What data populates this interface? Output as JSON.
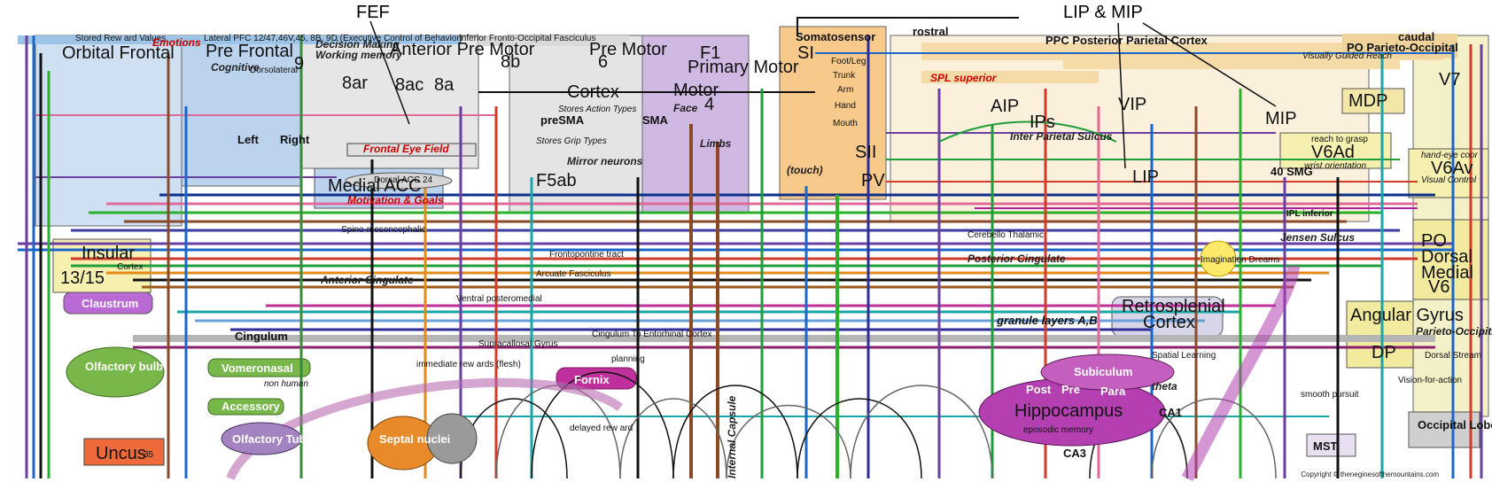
{
  "callouts": {
    "fef": "FEF",
    "lip_mip": "LIP & MIP"
  },
  "header": {
    "stored_reward": "Stored Rew ard Values",
    "lateral_pfc": "Lateral PFC 12/47,46V,45, 8B, 9D (Executive Control of Behavior)",
    "fronto_occipital": "Inferior Fronto-Occipital Fasciculus",
    "rostral": "rostral",
    "caudal": "caudal",
    "ppc": "PPC Posterior Parietal Cortex",
    "po": "PO Parieto-Occipital"
  },
  "regions": {
    "orbital_frontal": "Orbital Frontal",
    "emotions": "Emotions",
    "pre_frontal": "Pre Frontal",
    "pre_frontal_num": "9",
    "cognitive": "Cognitive",
    "dorsolateral": "Dorsolateral",
    "decision_making": "Decision Making",
    "working_memory": "Working memory",
    "anterior_pre_motor": "Anterior Pre Motor",
    "eighta": "8a",
    "eightb": "8b",
    "eightac": "8ac",
    "eightar": "8ar",
    "pre_motor": "Pre Motor",
    "pre_motor_num": "6",
    "cortex": "Cortex",
    "stores_action_types": "Stores Action Types",
    "pre_sma": "preSMA",
    "sma": "SMA",
    "stores_grip_types": "Stores Grip Types",
    "mirror_neurons": "Mirror neurons",
    "f5ab": "F5ab",
    "primary_motor": "Primary Motor",
    "f1": "F1",
    "four": "4",
    "face": "Face",
    "limbs": "Limbs",
    "somatosensor": "Somatosensor",
    "si": "SI",
    "foot_leg": "Foot/Leg",
    "trunk": "Trunk",
    "arm": "Arm",
    "hand": "Hand",
    "mouth": "Mouth",
    "touch": "(touch)",
    "sii": "SII",
    "pv": "PV",
    "spl_superior": "SPL superior",
    "aip": "AIP",
    "vip": "VIP",
    "ips": "IPs",
    "inter_parietal_sulcus": "Inter Parietal Sulcus",
    "lip": "LIP",
    "mip": "MIP",
    "mdp": "MDP",
    "v6ad": "V6Ad",
    "v6av": "V6Av",
    "v7": "V7",
    "reach_to_grasp": "reach to grasp",
    "wrist_orientation": "wrist orientation",
    "hand_eye_coor": "hand-eye coor",
    "visual_control": "Visual Control",
    "visually_guided_reach": "Visually Guided Reach",
    "forty_smg": "40 SMG",
    "po_dorsal_medial": "PO Dorsal Medial V6",
    "angular_gyrus": "Angular Gyrus",
    "dp": "DP",
    "dorsal_stream": "Dorsal Stream",
    "vision_for_action": "Vision-for-action",
    "parieto_occipital_fissure": "Parieto-Occipital Fissure",
    "occipital_lobe": "Occipital Lobe",
    "insular": "Insular",
    "insular_cortex": "Cortex",
    "insular_num": "13/15",
    "claustrum": "Claustrum",
    "anterior_cingulate": "Anterior Cingulate",
    "medial_acc": "Medial ACC",
    "motivation_goals": "Motivation & Goals",
    "dorsal_acc": "Dorsal ACC 24",
    "posterior_cingulate": "Posterior Cingulate",
    "retrosplenial": "Retrosplenial",
    "retro_cortex": "Cortex",
    "imagination": "Imagination Dreams",
    "cingulum": "Cingulum",
    "olfactory_bulb": "Olfactory bulb",
    "vomeronasal": "Vomeronasal",
    "non_human": "non human",
    "accessory": "Accessory",
    "olfactory_tubercle": "Olfactory Tubercle",
    "uncus": "Uncus",
    "uncus_num": "35",
    "septal_nuclei": "Septal nuclei",
    "fornix": "Fornix",
    "hippocampus": "Hippocampus",
    "episodic_memory": "eposodic memory",
    "subiculum": "Subiculum",
    "post": "Post",
    "pre": "Pre",
    "para": "Para",
    "ca1": "CA1",
    "ca3": "CA3",
    "theta": "theta",
    "frontal_eye_field": "Frontal Eye Field",
    "left": "Left",
    "right": "Right",
    "spatial_learning": "Spatial Learning",
    "delayed_reward": "delayed rew ard",
    "immediate_rewards": "immediate rew ards (flesh)",
    "internal_capsule": "Internal Capsule",
    "smooth_pursuit": "smooth pursuit",
    "mst": "MST",
    "jensen_sulcus": "Jensen Sulcus",
    "ipl_inferior": "IPL inferior",
    "ventral_posteromedial": "Ventral posteromedial",
    "supracallosal_gyrus": "Supracallosal Gyrus",
    "cingulum_to_entorhinal": "Cingulum To Entorhinal Cortex",
    "frontopontine": "Frontopontine tract",
    "arcuate_fasciculus": "Arcuate Fasciculus",
    "spino_mesencephalic": "Spino-mesencephalic",
    "cerebello_thalamic": "Cerebello Thalamic",
    "granule_layers": "granule layers A,B",
    "planning": "planning"
  },
  "copyright": "Copyright © theneginesofthemountains.com",
  "colors": {
    "orbital": "#9cc2e6",
    "prefrontal": "#9cc2e6",
    "premotor": "#d8d8d8",
    "motor": "#c4a8d8",
    "somato": "#f5c27a",
    "ppc": "#f5ddb0",
    "cingulate_green": "#78b84a",
    "fornix_magenta": "#c0309c",
    "hippocampus": "#b33fb0",
    "septal": "#e88a2a",
    "yellow_tan": "#f5efb0",
    "gray_box": "#cfcfcf"
  }
}
